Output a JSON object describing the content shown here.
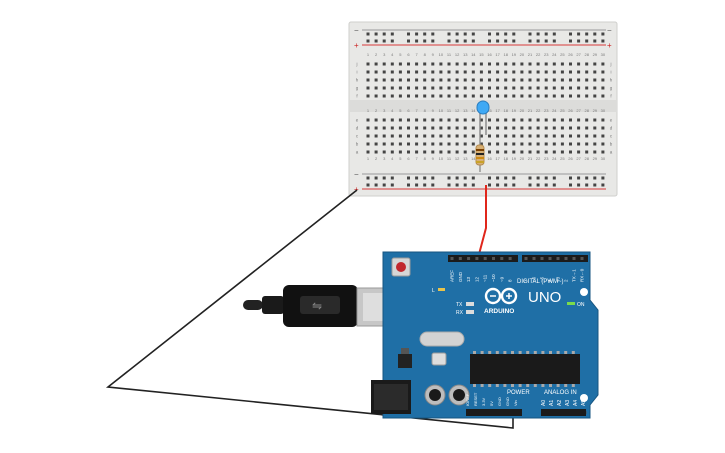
{
  "breadboard": {
    "columns": [
      "1",
      "2",
      "3",
      "4",
      "5",
      "6",
      "7",
      "8",
      "9",
      "10",
      "11",
      "12",
      "13",
      "14",
      "15",
      "16",
      "17",
      "18",
      "19",
      "20",
      "21",
      "22",
      "23",
      "24",
      "25",
      "26",
      "27",
      "28",
      "29",
      "30"
    ],
    "rows_top": [
      "j",
      "i",
      "h",
      "g",
      "f"
    ],
    "rows_bottom": [
      "e",
      "d",
      "c",
      "b",
      "a"
    ],
    "rail_plus": "+",
    "rail_minus": "−"
  },
  "board": {
    "logo": "UNO",
    "brand": "ARDUINO",
    "digital_label": "DIGITAL (PWM~)",
    "power_label": "POWER",
    "analog_label": "ANALOG IN",
    "on_label": "ON",
    "l_label": "L",
    "tx_label": "TX",
    "rx_label": "RX",
    "digital_pins": [
      "AREF",
      "GND",
      "13",
      "12",
      "~11",
      "~10",
      "~9",
      "8",
      "7",
      "~6",
      "~5",
      "4",
      "~3",
      "2",
      "TX→1",
      "RX←0"
    ],
    "power_pins": [
      "IOREF",
      "RESET",
      "3.3V",
      "5V",
      "GND",
      "GND",
      "Vin"
    ],
    "analog_pins": [
      "A0",
      "A1",
      "A2",
      "A3",
      "A4",
      "A5"
    ]
  },
  "components": {
    "led_color": "#3fa9f5",
    "wire_red": "#e0261b",
    "wire_black": "#222222",
    "board_color": "#1f6fa6"
  }
}
